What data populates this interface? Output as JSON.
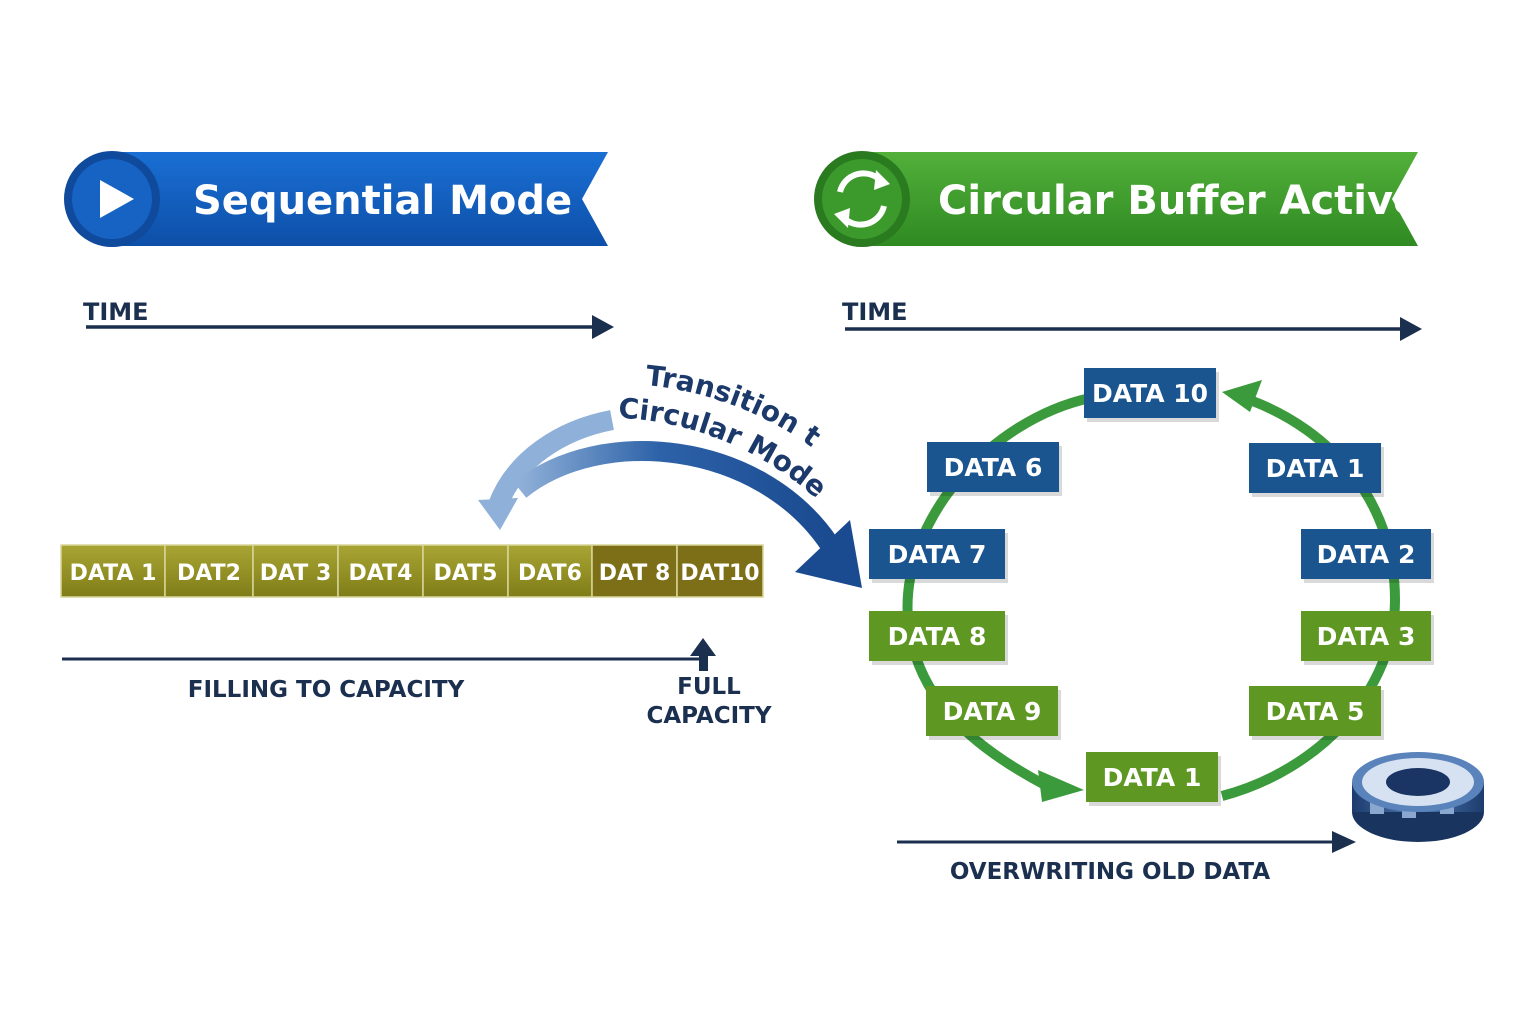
{
  "left_panel": {
    "title": "Sequential Mode",
    "icon": "play-icon",
    "banner_color": "#1260c2",
    "time_label": "TIME",
    "cells": [
      "DATA 1",
      "DAT2",
      "DAT 3",
      "DAT4",
      "DAT5",
      "DAT6",
      "DAT 8",
      "DAT10"
    ],
    "cell_color": "#9a9a22",
    "caption": "FILLING TO CAPACITY",
    "full_capacity_line1": "FULL",
    "full_capacity_line2": "CAPACITY"
  },
  "transition": {
    "line1": "Transition to",
    "line2": "Circular Mode",
    "arrow_color": "#1d4f97"
  },
  "right_panel": {
    "title": "Circular Buffer Active",
    "icon": "refresh-cycle-icon",
    "banner_color": "#3f9c2c",
    "time_label": "TIME",
    "ring_color": "#3b9a3c",
    "blue_box_color": "#1a5590",
    "green_box_color": "#5e9722",
    "boxes": [
      {
        "label": "DATA 10",
        "color": "blue"
      },
      {
        "label": "DATA 1",
        "color": "blue"
      },
      {
        "label": "DATA 2",
        "color": "blue"
      },
      {
        "label": "DATA 3",
        "color": "green"
      },
      {
        "label": "DATA 5",
        "color": "green"
      },
      {
        "label": "DATA 1",
        "color": "green"
      },
      {
        "label": "DATA 9",
        "color": "green"
      },
      {
        "label": "DATA 8",
        "color": "green"
      },
      {
        "label": "DATA 7",
        "color": "blue"
      },
      {
        "label": "DATA 6",
        "color": "blue"
      }
    ],
    "caption": "OVERWRITING OLD DATA",
    "disk_icon": "storage-disk-icon"
  }
}
